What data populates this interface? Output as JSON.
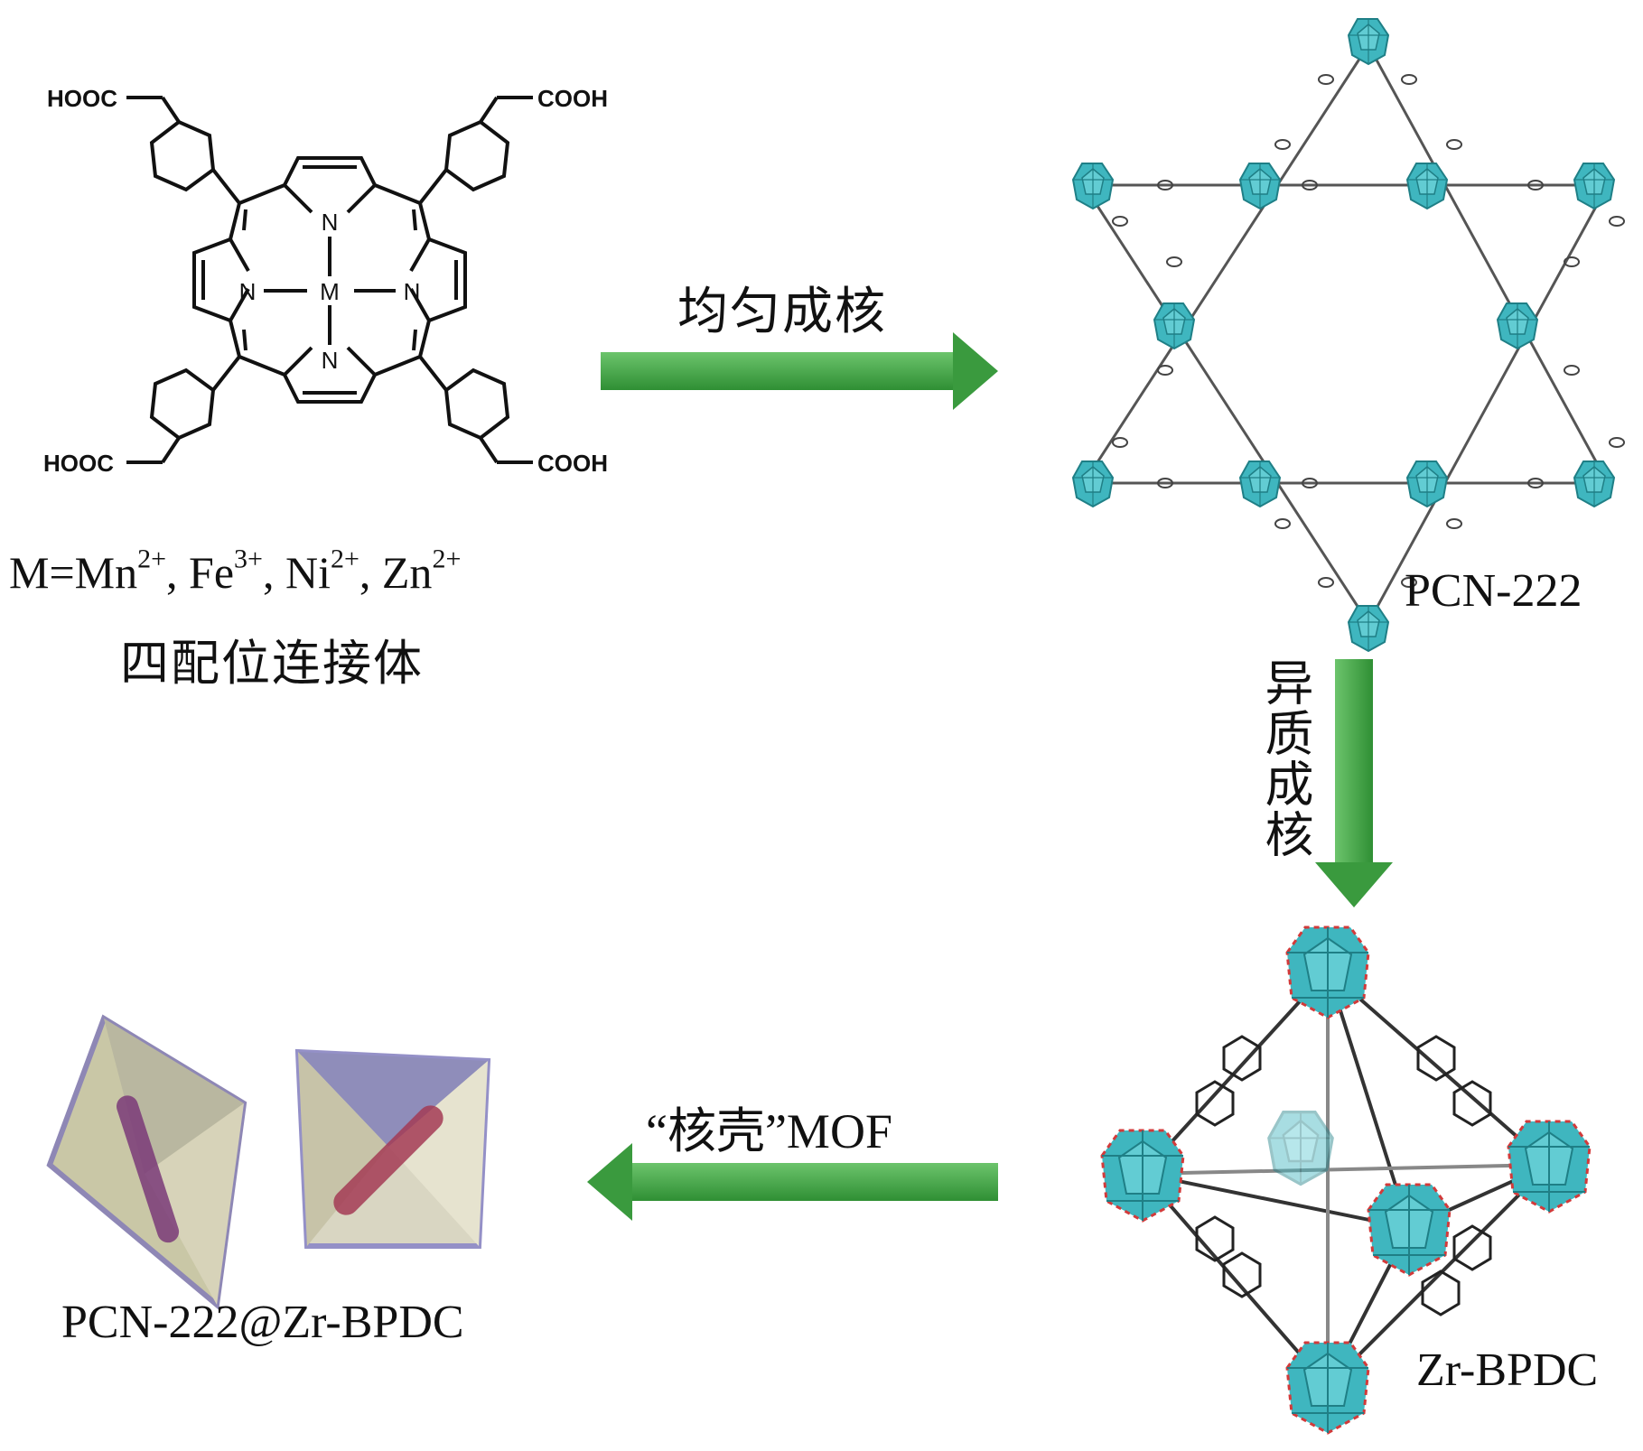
{
  "porphyrin": {
    "groups": [
      "HOOC",
      "COOH",
      "HOOC",
      "COOH"
    ],
    "metal": "M",
    "nitrogen": "N",
    "metal_line": {
      "prefix": "M=Mn",
      "mn_charge": "2+",
      "fe": ", Fe",
      "fe_charge": "3+",
      "ni": ", Ni",
      "ni_charge": "2+",
      "zn": ", Zn",
      "zn_charge": "2+"
    },
    "caption": "四配位连接体"
  },
  "arrows": {
    "top": "均匀成核",
    "right": "异质成核",
    "bottom": "“核壳”MOF"
  },
  "labels": {
    "pcn": "PCN-222",
    "zr": "Zr-BPDC",
    "core_shell": "PCN-222@Zr-BPDC"
  },
  "colors": {
    "arrow": "#4caa4c",
    "cluster": "#3fb6bf",
    "linker": "#333333",
    "oxygen": "#d23a3a"
  }
}
